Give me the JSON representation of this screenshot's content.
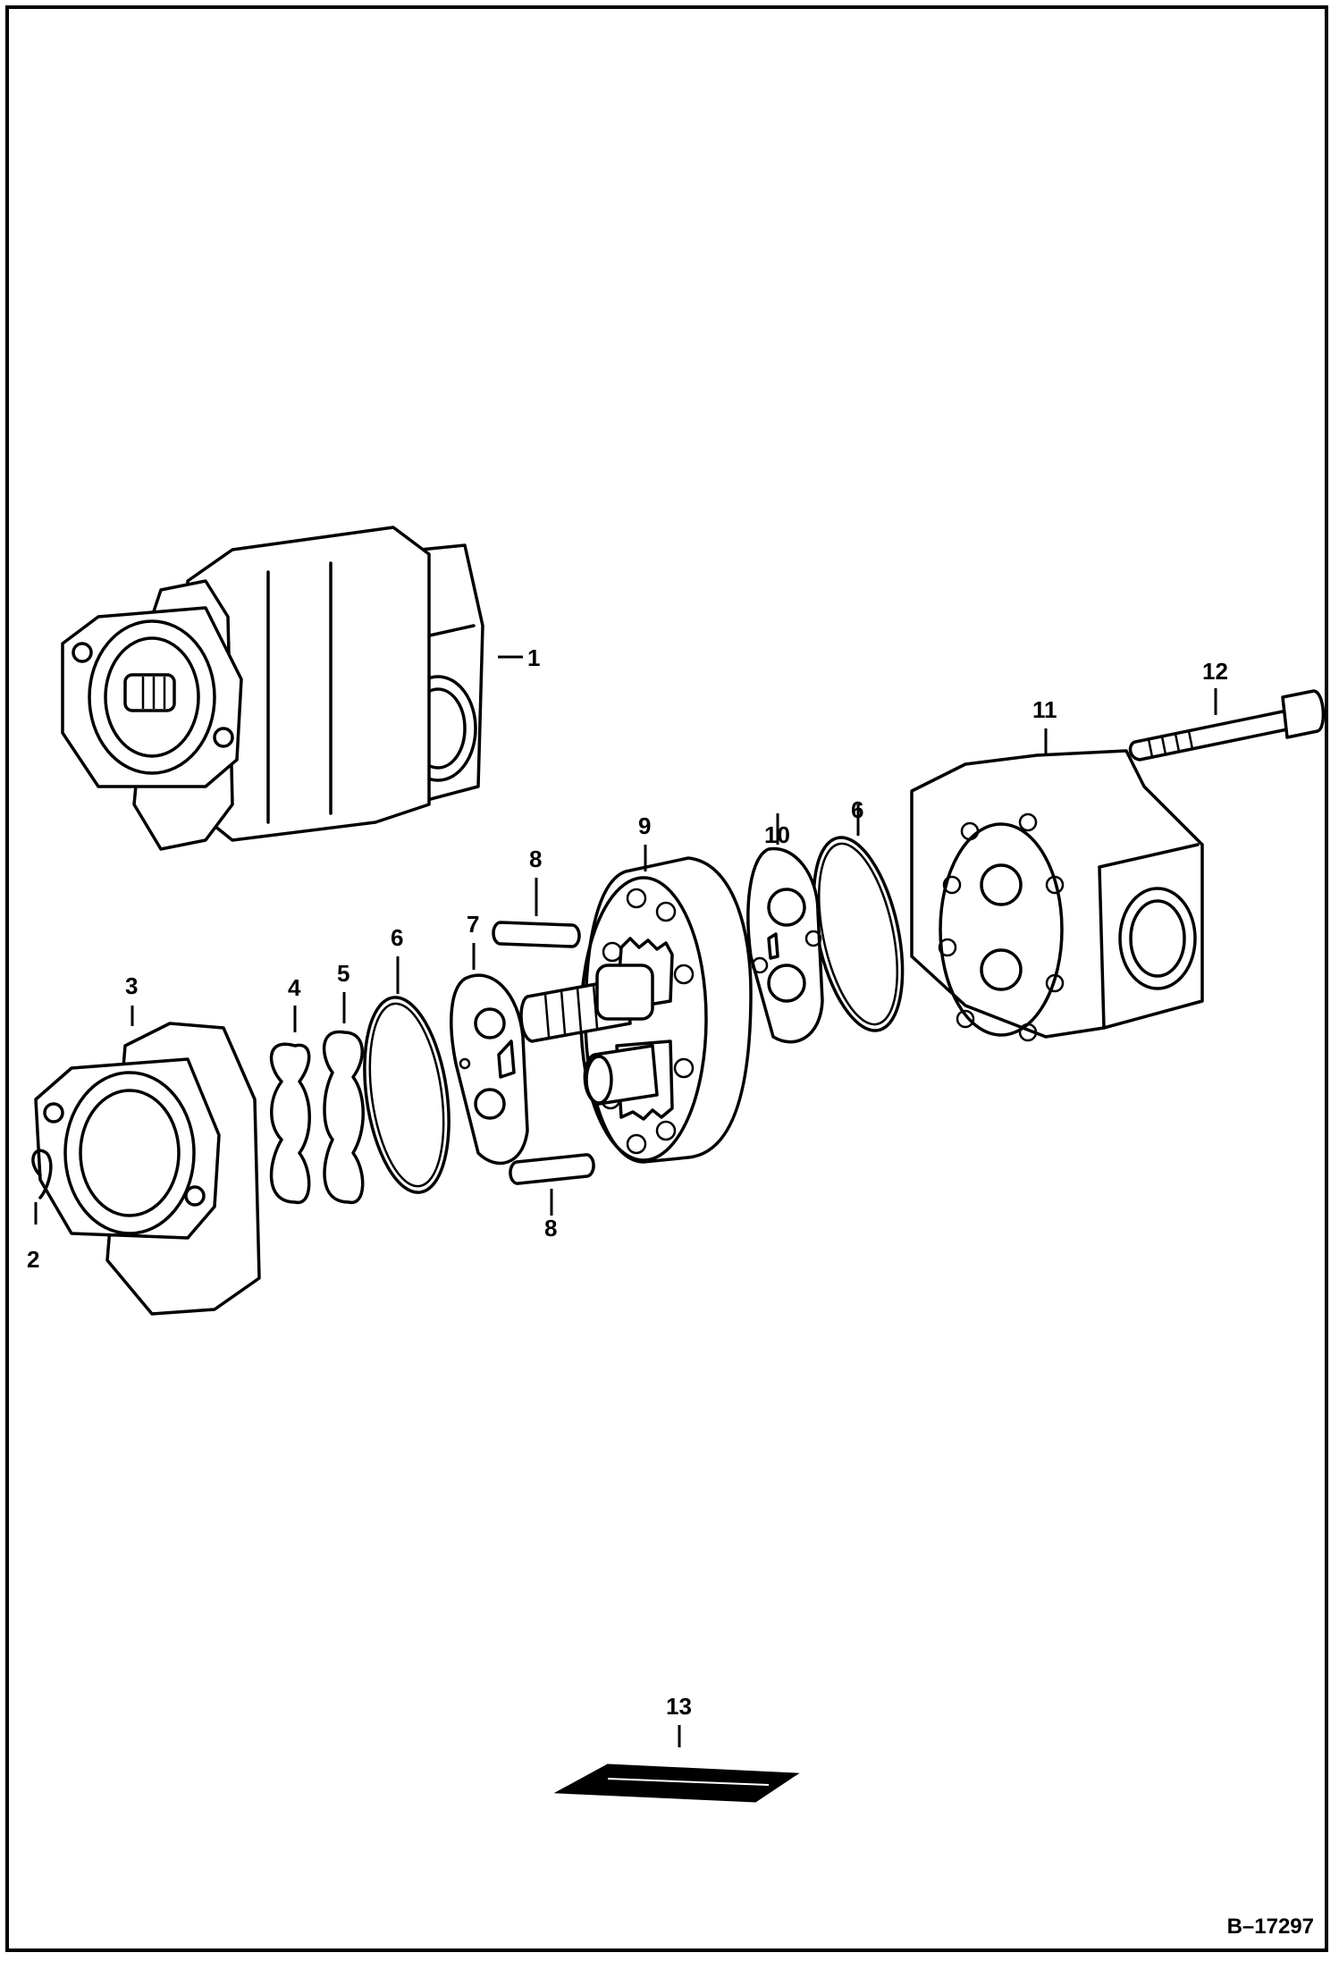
{
  "figure": {
    "reference_number": "B–17297",
    "callouts": [
      "1",
      "2",
      "3",
      "4",
      "5",
      "6",
      "6",
      "7",
      "8",
      "8",
      "9",
      "10",
      "11",
      "12",
      "13"
    ]
  }
}
